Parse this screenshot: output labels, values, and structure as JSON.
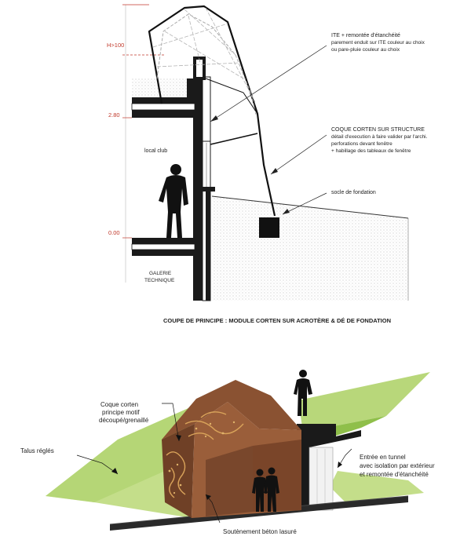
{
  "section": {
    "levels": {
      "top": "H>100",
      "mid": "2.80",
      "base": "0.00"
    },
    "room_label": "local club",
    "gallery_label": [
      "GALERIE",
      "TECHNIQUE"
    ],
    "annotations": {
      "ite": [
        "ITE + remontée d'étanchéité",
        "parement enduit sur ITE couleur au choix",
        "ou pare-pluie couleur au choix"
      ],
      "coque": [
        "COQUE CORTEN SUR STRUCTURE",
        "détail d'execution à faire valider par l'archi.",
        "perforations devant fenêtre",
        "+ habillage des tableaux de fenêtre"
      ],
      "socle": "socle de fondation"
    },
    "caption": "COUPE DE PRINCIPE : MODULE CORTEN SUR ACROTÈRE & DÉ DE FONDATION"
  },
  "perspective": {
    "labels": {
      "coque": [
        "Coque corten",
        "principe motif",
        "découpé/grenaillé"
      ],
      "talus": "Talus réglés",
      "entree": [
        "Entrée en tunnel",
        "avec isolation par extérieur",
        "et remontée d'étanchéité"
      ],
      "soutenement": "Soutènement béton lasuré"
    }
  },
  "colors": {
    "corten": "#8a5232",
    "corten_dark": "#5e3520",
    "grass": "#b9d77a",
    "grass_dark": "#8fbf4a",
    "concrete": "#1a1a1a",
    "level_red": "#c0392b"
  }
}
